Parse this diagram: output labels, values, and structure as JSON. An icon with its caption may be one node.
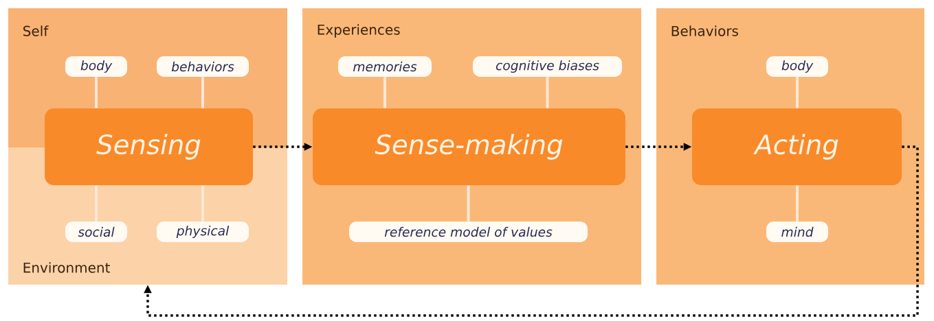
{
  "diagram": {
    "nodes": [
      {
        "text": [
          "Self",
          "Environment"
        ]
      },
      {
        "text": [
          "body"
        ],
        "in": 0
      },
      {
        "text": [
          "behaviors"
        ],
        "in": 0
      },
      {
        "text": [
          "Sensing"
        ],
        "in": 0
      },
      {
        "text": [
          "social"
        ],
        "in": 0
      },
      {
        "text": [
          "physical"
        ],
        "in": 0
      },
      {
        "text": [
          "Experiences"
        ]
      },
      {
        "text": [
          "memories"
        ],
        "in": 6
      },
      {
        "text": [
          "cognitive biases"
        ],
        "in": 6
      },
      {
        "text": [
          "Sense-making"
        ],
        "in": 6
      },
      {
        "text": [
          "reference model of values"
        ],
        "in": 6
      },
      {
        "text": [
          "Behaviors"
        ]
      },
      {
        "text": [
          "body"
        ],
        "in": 11
      },
      {
        "text": [
          "Acting"
        ],
        "in": 11
      },
      {
        "text": [
          "mind"
        ],
        "in": 11
      }
    ],
    "edges": [
      {
        "from": 1,
        "to": 3,
        "arrow": "none"
      },
      {
        "from": 2,
        "to": 3,
        "arrow": "none"
      },
      {
        "from": 4,
        "to": 3,
        "arrow": "none"
      },
      {
        "from": 5,
        "to": 3,
        "arrow": "none"
      },
      {
        "from": 3,
        "to": 9,
        "arrow": "to",
        "style": "dashed",
        "color": "#000000"
      },
      {
        "from": 7,
        "to": 9,
        "arrow": "none"
      },
      {
        "from": 8,
        "to": 9,
        "arrow": "none"
      },
      {
        "from": 10,
        "to": 9,
        "arrow": "none"
      },
      {
        "from": 9,
        "to": 13,
        "arrow": "to",
        "style": "dashed",
        "color": "#000000"
      },
      {
        "from": 12,
        "to": 13,
        "arrow": "none"
      },
      {
        "from": 14,
        "to": 13,
        "arrow": "none"
      },
      {
        "from": 13,
        "to": 0,
        "arrow": "to",
        "style": "dashed",
        "color": "#000000"
      }
    ]
  }
}
